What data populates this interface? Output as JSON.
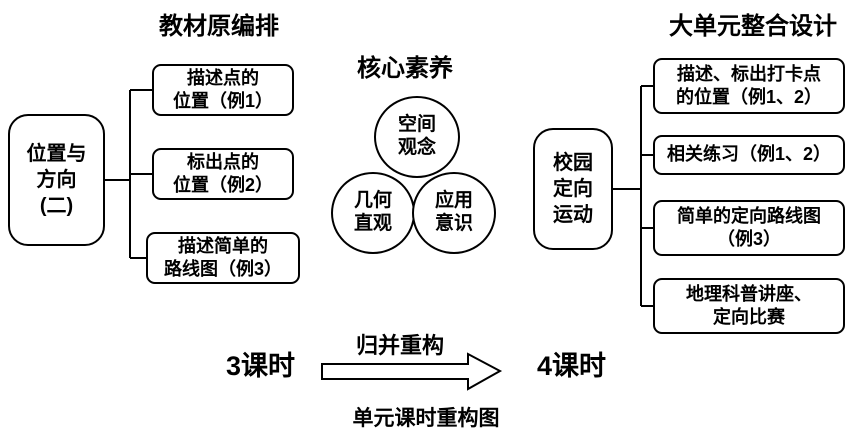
{
  "titles": {
    "left": "教材原编排",
    "center": "核心素养",
    "right": "大单元整合设计"
  },
  "left_section": {
    "root_label": "位置与\n方向\n(二)",
    "items": [
      {
        "label": "描述点的\n位置（例1）"
      },
      {
        "label": "标出点的\n位置（例2）"
      },
      {
        "label": "描述简单的\n路线图（例3）"
      }
    ]
  },
  "center_section": {
    "circles": [
      {
        "label": "空间\n观念"
      },
      {
        "label": "几何\n直观"
      },
      {
        "label": "应用\n意识"
      }
    ]
  },
  "right_section": {
    "root_label": "校园\n定向\n运动",
    "items": [
      {
        "label": "描述、标出打卡点\n的位置（例1、2）"
      },
      {
        "label": "相关练习（例1、2）"
      },
      {
        "label": "简单的定向路线图\n（例3）"
      },
      {
        "label": "地理科普讲座、\n定向比赛"
      }
    ]
  },
  "footer": {
    "left_hours": "3课时",
    "arrow_label": "归并重构",
    "right_hours": "4课时",
    "caption": "单元课时重构图"
  },
  "colors": {
    "line": "#000000",
    "background": "#ffffff",
    "text": "#000000"
  }
}
